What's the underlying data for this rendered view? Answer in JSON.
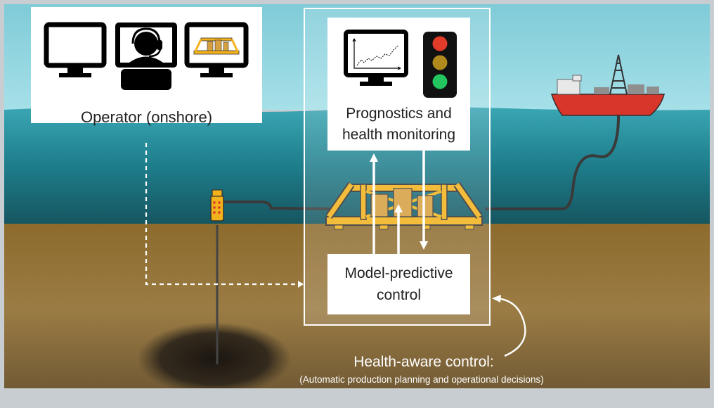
{
  "operator": {
    "label": "Operator (onshore)"
  },
  "monitoring": {
    "label_line1": "Prognostics and",
    "label_line2": "health monitoring"
  },
  "mpc": {
    "label_line1": "Model-predictive",
    "label_line2": "control"
  },
  "health_aware": {
    "title": "Health-aware control:",
    "subtitle": "(Automatic production planning and operational decisions)"
  },
  "icons": [
    "monitor-icon",
    "operator-headset-icon",
    "subsea-template-monitor-icon",
    "chart-monitor-icon",
    "traffic-light-icon",
    "fpso-ship-icon",
    "subsea-template-icon",
    "wellhead-control-icon"
  ],
  "colors": {
    "sky": "#8fd3df",
    "sea": "#2a8f9d",
    "seabed": "#8a6a33",
    "equipment": "#f2b21b",
    "ship_hull": "#d9362b",
    "traffic_green": "#22c55e"
  }
}
